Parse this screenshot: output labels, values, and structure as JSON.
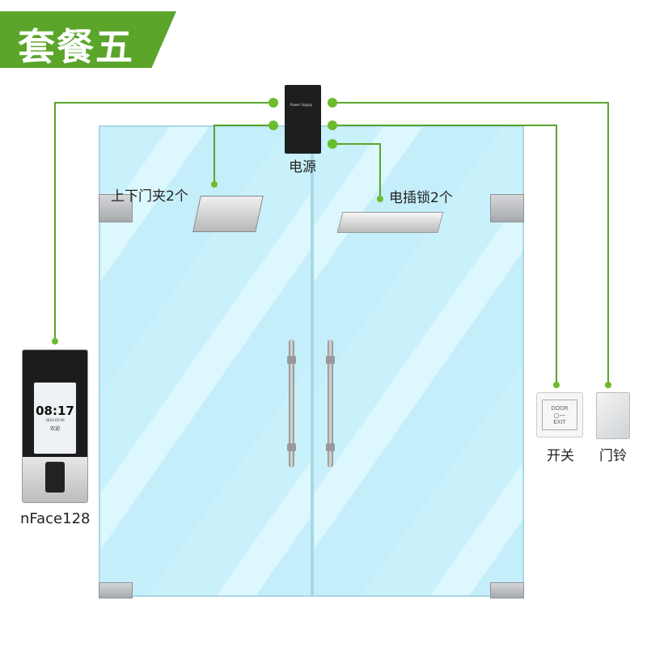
{
  "title": "套餐五",
  "labels": {
    "power": "电源",
    "clamp": "上下门夹2个",
    "lock": "电插锁2个",
    "exit": "开关",
    "bell": "门铃",
    "device": "nFace128"
  },
  "power_supply": {
    "text": "Power Supply"
  },
  "device_screen": {
    "time": "08:17",
    "date": "2023-05-06",
    "welcome": "欢迎"
  },
  "exit_button": {
    "top": "DOOR",
    "bottom": "EXIT"
  },
  "colors": {
    "accent": "#5aa52a",
    "glass": "#c9f1fb"
  }
}
